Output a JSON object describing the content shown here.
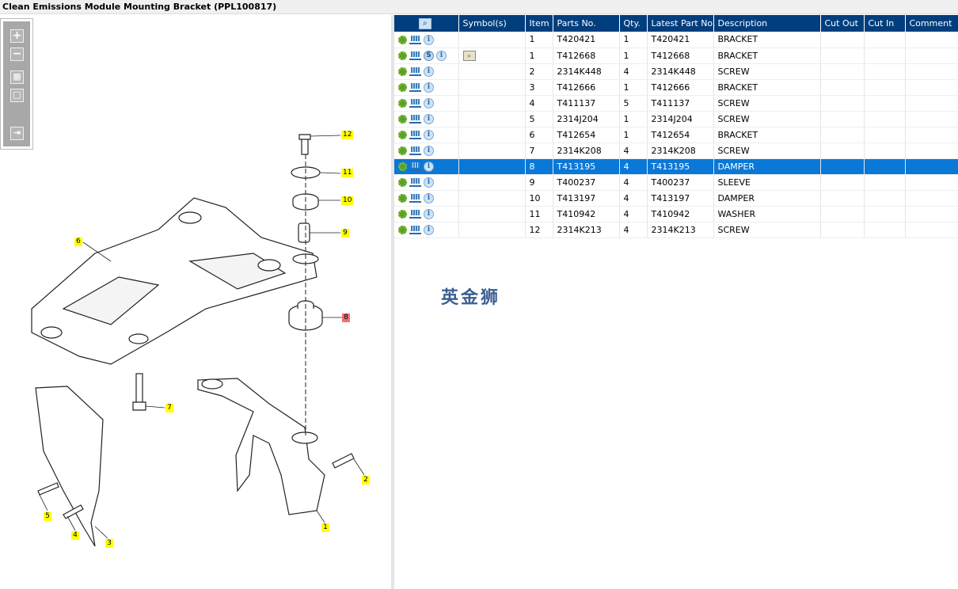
{
  "window": {
    "title": "Clean Emissions Module Mounting Bracket (PPL100817)"
  },
  "toolbar": {
    "zoom_in": "+",
    "zoom_out": "−",
    "fit": "▦",
    "reset": "□",
    "toggle": "⇥"
  },
  "diagram": {
    "callouts": [
      "12",
      "11",
      "10",
      "9",
      "6",
      "8",
      "7",
      "5",
      "4",
      "3",
      "2",
      "1"
    ],
    "selected_callout": "8"
  },
  "table": {
    "headers": [
      "",
      "Symbol(s)",
      "Item",
      "Parts No.",
      "Qty.",
      "Latest Part No.",
      "Description",
      "Cut Out",
      "Cut In",
      "Comment"
    ],
    "rows": [
      {
        "item": "1",
        "part": "T420421",
        "qty": "1",
        "latest": "T420421",
        "desc": "BRACKET"
      },
      {
        "item": "1",
        "part": "T412668",
        "qty": "1",
        "latest": "T412668",
        "desc": "BRACKET",
        "s": "S",
        "symbol": "book"
      },
      {
        "item": "2",
        "part": "2314K448",
        "qty": "4",
        "latest": "2314K448",
        "desc": "SCREW"
      },
      {
        "item": "3",
        "part": "T412666",
        "qty": "1",
        "latest": "T412666",
        "desc": "BRACKET"
      },
      {
        "item": "4",
        "part": "T411137",
        "qty": "5",
        "latest": "T411137",
        "desc": "SCREW"
      },
      {
        "item": "5",
        "part": "2314J204",
        "qty": "1",
        "latest": "2314J204",
        "desc": "SCREW"
      },
      {
        "item": "6",
        "part": "T412654",
        "qty": "1",
        "latest": "T412654",
        "desc": "BRACKET"
      },
      {
        "item": "7",
        "part": "2314K208",
        "qty": "4",
        "latest": "2314K208",
        "desc": "SCREW"
      },
      {
        "item": "8",
        "part": "T413195",
        "qty": "4",
        "latest": "T413195",
        "desc": "DAMPER",
        "selected": true
      },
      {
        "item": "9",
        "part": "T400237",
        "qty": "4",
        "latest": "T400237",
        "desc": "SLEEVE"
      },
      {
        "item": "10",
        "part": "T413197",
        "qty": "4",
        "latest": "T413197",
        "desc": "DAMPER"
      },
      {
        "item": "11",
        "part": "T410942",
        "qty": "4",
        "latest": "T410942",
        "desc": "WASHER"
      },
      {
        "item": "12",
        "part": "2314K213",
        "qty": "4",
        "latest": "2314K213",
        "desc": "SCREW"
      }
    ]
  },
  "watermark": "英金狮",
  "colors": {
    "header": "#003e7e",
    "selected": "#0a78d7",
    "callout": "#ffff00",
    "callout_selected": "#f07070"
  }
}
